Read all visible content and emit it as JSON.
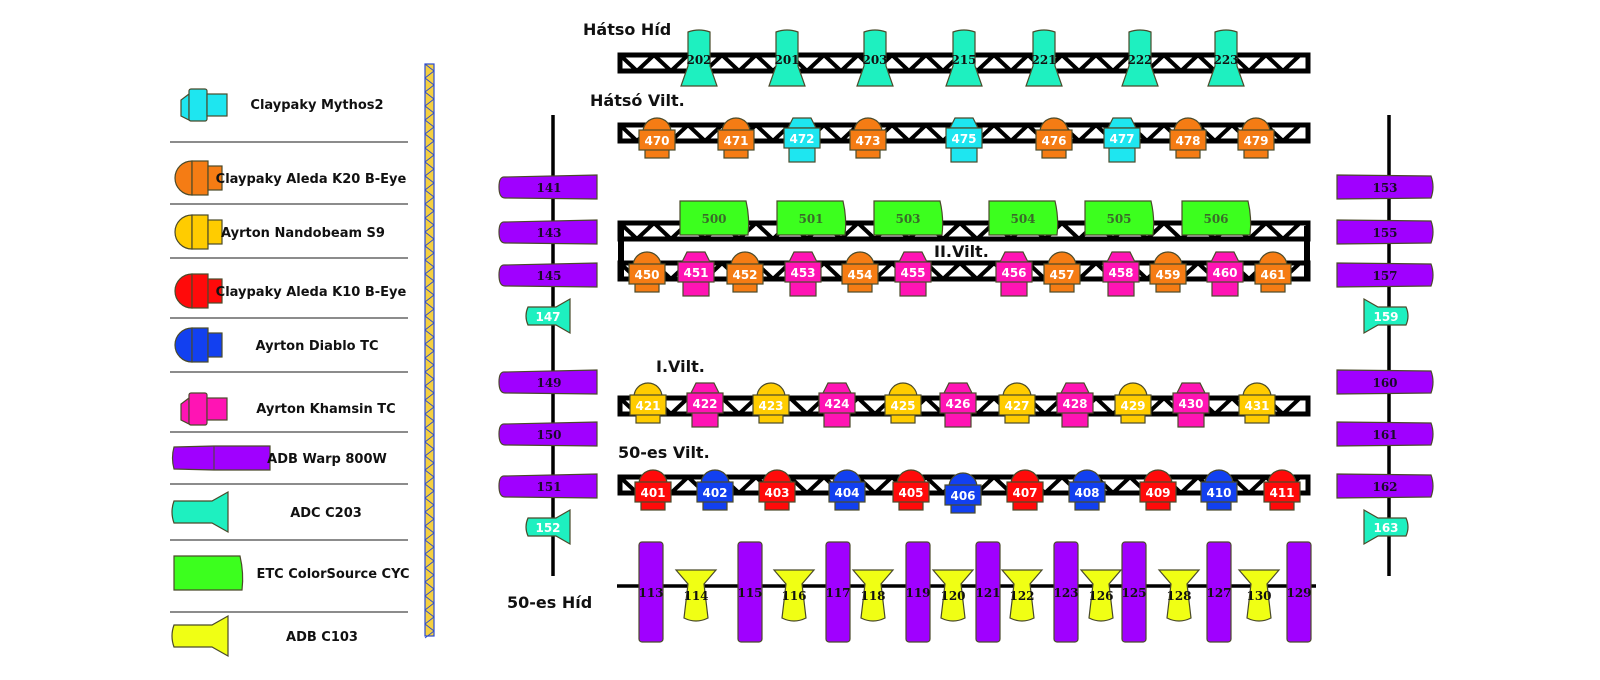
{
  "legend": {
    "items": [
      {
        "type": "mythos",
        "label": "Claypaky Mythos2",
        "color": "#1ee6f0"
      },
      {
        "type": "aleda20",
        "label": "Claypaky Aleda K20 B-Eye",
        "color": "#f57c14"
      },
      {
        "type": "nandobeam",
        "label": "Ayrton Nandobeam S9",
        "color": "#ffcc00"
      },
      {
        "type": "aleda10",
        "label": "Claypaky Aleda K10 B-Eye",
        "color": "#ff0a0a"
      },
      {
        "type": "diablo",
        "label": "Ayrton Diablo TC",
        "color": "#1240f0"
      },
      {
        "type": "khamsin",
        "label": "Ayrton Khamsin TC",
        "color": "#ff14b4"
      },
      {
        "type": "warp",
        "label": "ADB Warp 800W",
        "color": "#a000ff"
      },
      {
        "type": "c203",
        "label": "ADC C203",
        "color": "#1ef0c0"
      },
      {
        "type": "cyc",
        "label": "ETC ColorSource CYC",
        "color": "#3cff1e"
      },
      {
        "type": "c103",
        "label": "ADB C103",
        "color": "#f0ff14"
      }
    ]
  },
  "bars": {
    "hatso_hid": {
      "label": "Hátso Híd",
      "fixtures": [
        {
          "id": "202",
          "type": "c203"
        },
        {
          "id": "201",
          "type": "c203"
        },
        {
          "id": "203",
          "type": "c203"
        },
        {
          "id": "215",
          "type": "c203"
        },
        {
          "id": "221",
          "type": "c203"
        },
        {
          "id": "222",
          "type": "c203"
        },
        {
          "id": "223",
          "type": "c203"
        }
      ]
    },
    "hatso_vilt": {
      "label": "Hátsó Vilt.",
      "fixtures": [
        {
          "id": "470",
          "type": "aleda20"
        },
        {
          "id": "471",
          "type": "aleda20"
        },
        {
          "id": "472",
          "type": "mythos"
        },
        {
          "id": "473",
          "type": "aleda20"
        },
        {
          "id": "475",
          "type": "mythos"
        },
        {
          "id": "476",
          "type": "aleda20"
        },
        {
          "id": "477",
          "type": "mythos"
        },
        {
          "id": "478",
          "type": "aleda20"
        },
        {
          "id": "479",
          "type": "aleda20"
        }
      ]
    },
    "ii_vilt": {
      "label": "II.Vilt.",
      "cyc": [
        {
          "id": "500",
          "type": "cyc"
        },
        {
          "id": "501",
          "type": "cyc"
        },
        {
          "id": "503",
          "type": "cyc"
        },
        {
          "id": "504",
          "type": "cyc"
        },
        {
          "id": "505",
          "type": "cyc"
        },
        {
          "id": "506",
          "type": "cyc"
        }
      ],
      "fixtures": [
        {
          "id": "450",
          "type": "aleda20"
        },
        {
          "id": "451",
          "type": "khamsin"
        },
        {
          "id": "452",
          "type": "aleda20"
        },
        {
          "id": "453",
          "type": "khamsin"
        },
        {
          "id": "454",
          "type": "aleda20"
        },
        {
          "id": "455",
          "type": "khamsin"
        },
        {
          "id": "456",
          "type": "khamsin"
        },
        {
          "id": "457",
          "type": "aleda20"
        },
        {
          "id": "458",
          "type": "khamsin"
        },
        {
          "id": "459",
          "type": "aleda20"
        },
        {
          "id": "460",
          "type": "khamsin"
        },
        {
          "id": "461",
          "type": "aleda20"
        }
      ]
    },
    "i_vilt": {
      "label": "I.Vilt.",
      "fixtures": [
        {
          "id": "421",
          "type": "nandobeam"
        },
        {
          "id": "422",
          "type": "khamsin"
        },
        {
          "id": "423",
          "type": "nandobeam"
        },
        {
          "id": "424",
          "type": "khamsin"
        },
        {
          "id": "425",
          "type": "nandobeam"
        },
        {
          "id": "426",
          "type": "khamsin"
        },
        {
          "id": "427",
          "type": "nandobeam"
        },
        {
          "id": "428",
          "type": "khamsin"
        },
        {
          "id": "429",
          "type": "nandobeam"
        },
        {
          "id": "430",
          "type": "khamsin"
        },
        {
          "id": "431",
          "type": "nandobeam"
        }
      ]
    },
    "ötvenes_vilt": {
      "label": "50-es Vilt.",
      "fixtures": [
        {
          "id": "401",
          "type": "aleda10"
        },
        {
          "id": "402",
          "type": "diablo"
        },
        {
          "id": "403",
          "type": "aleda10"
        },
        {
          "id": "404",
          "type": "diablo"
        },
        {
          "id": "405",
          "type": "aleda10"
        },
        {
          "id": "406",
          "type": "diablo"
        },
        {
          "id": "407",
          "type": "aleda10"
        },
        {
          "id": "408",
          "type": "diablo"
        },
        {
          "id": "409",
          "type": "aleda10"
        },
        {
          "id": "410",
          "type": "diablo"
        },
        {
          "id": "411",
          "type": "aleda10"
        }
      ]
    },
    "otvenes_hid": {
      "label": "50-es Híd",
      "fixtures": [
        {
          "id": "113",
          "type": "warp"
        },
        {
          "id": "114",
          "type": "c103"
        },
        {
          "id": "115",
          "type": "warp"
        },
        {
          "id": "116",
          "type": "c103"
        },
        {
          "id": "117",
          "type": "warp"
        },
        {
          "id": "118",
          "type": "c103"
        },
        {
          "id": "119",
          "type": "warp"
        },
        {
          "id": "120",
          "type": "c103"
        },
        {
          "id": "121",
          "type": "warp"
        },
        {
          "id": "122",
          "type": "c103"
        },
        {
          "id": "123",
          "type": "warp"
        },
        {
          "id": "126",
          "type": "c103"
        },
        {
          "id": "125",
          "type": "warp"
        },
        {
          "id": "128",
          "type": "c103"
        },
        {
          "id": "127",
          "type": "warp"
        },
        {
          "id": "130",
          "type": "c103"
        },
        {
          "id": "129",
          "type": "warp"
        }
      ]
    }
  },
  "side_left": {
    "fixtures": [
      {
        "id": "141",
        "type": "warp"
      },
      {
        "id": "143",
        "type": "warp"
      },
      {
        "id": "145",
        "type": "warp"
      },
      {
        "id": "147",
        "type": "c203"
      },
      {
        "id": "149",
        "type": "warp"
      },
      {
        "id": "150",
        "type": "warp"
      },
      {
        "id": "151",
        "type": "warp"
      },
      {
        "id": "152",
        "type": "c203"
      }
    ]
  },
  "side_right": {
    "fixtures": [
      {
        "id": "153",
        "type": "warp"
      },
      {
        "id": "155",
        "type": "warp"
      },
      {
        "id": "157",
        "type": "warp"
      },
      {
        "id": "159",
        "type": "c203"
      },
      {
        "id": "160",
        "type": "warp"
      },
      {
        "id": "161",
        "type": "warp"
      },
      {
        "id": "162",
        "type": "warp"
      },
      {
        "id": "163",
        "type": "c203"
      }
    ]
  }
}
